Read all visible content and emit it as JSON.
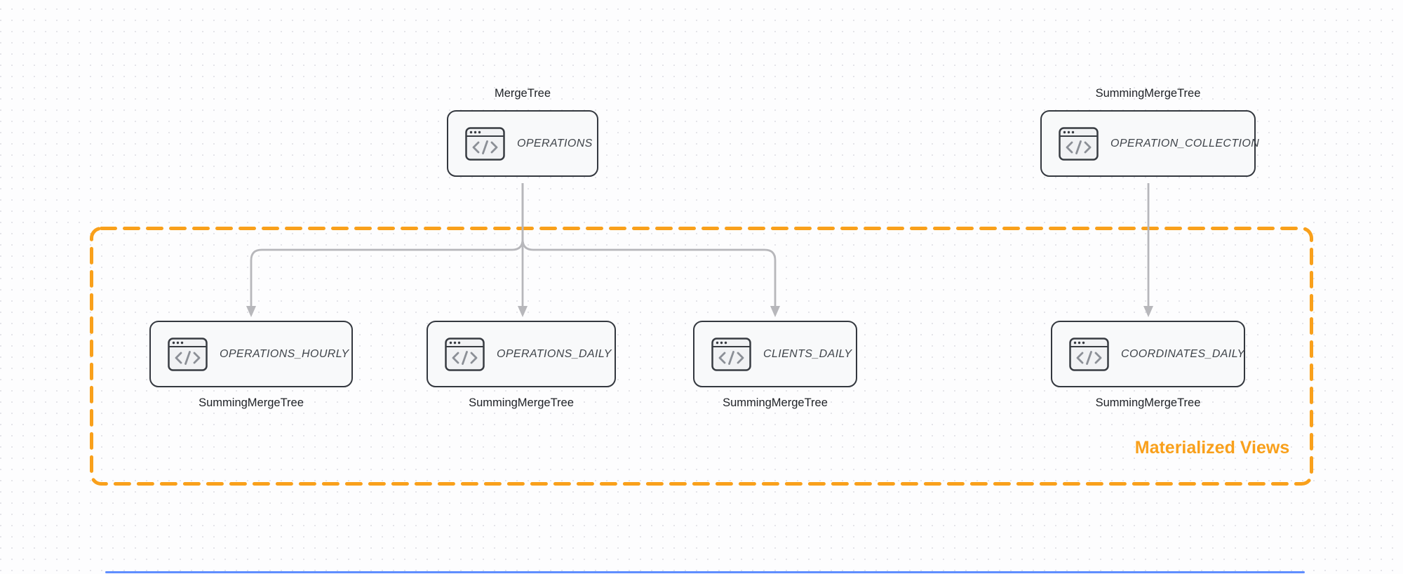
{
  "diagram": {
    "group": {
      "label": "Materialized Views"
    },
    "nodes": [
      {
        "id": "operations",
        "name": "OPERATIONS",
        "engine": "MergeTree",
        "engine_position": "top",
        "icon": "code-window-icon"
      },
      {
        "id": "operation_collection",
        "name": "OPERATION_COLLECTION",
        "engine": "SummingMergeTree",
        "engine_position": "top",
        "icon": "code-window-icon"
      },
      {
        "id": "operations_hourly",
        "name": "OPERATIONS_HOURLY",
        "engine": "SummingMergeTree",
        "engine_position": "bottom",
        "icon": "code-window-icon"
      },
      {
        "id": "operations_daily",
        "name": "OPERATIONS_DAILY",
        "engine": "SummingMergeTree",
        "engine_position": "bottom",
        "icon": "code-window-icon"
      },
      {
        "id": "clients_daily",
        "name": "CLIENTS_DAILY",
        "engine": "SummingMergeTree",
        "engine_position": "bottom",
        "icon": "code-window-icon"
      },
      {
        "id": "coordinates_daily",
        "name": "COORDINATES_DAILY",
        "engine": "SummingMergeTree",
        "engine_position": "bottom",
        "icon": "code-window-icon"
      }
    ],
    "edges": [
      {
        "from": "operations",
        "to": "operations_hourly"
      },
      {
        "from": "operations",
        "to": "operations_daily"
      },
      {
        "from": "operations",
        "to": "clients_daily"
      },
      {
        "from": "operation_collection",
        "to": "coordinates_daily"
      }
    ],
    "colors": {
      "group_border_orange": "#f9a01b",
      "group_label_orange": "#f9a01b",
      "arrow_gray": "#b7b7bb",
      "node_border": "#34383f",
      "node_fill": "#f8f9fa",
      "node_name_text": "#3f444a",
      "engine_label_text": "#1e2126",
      "icon_glyph_gray": "#8b8f96",
      "canvas_background": "#fdfdfe",
      "dot_grid": "#e4e4e9",
      "scrollbar_blue": "#5f8eff"
    }
  }
}
